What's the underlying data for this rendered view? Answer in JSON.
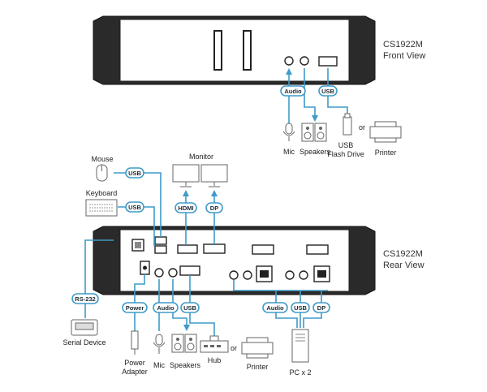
{
  "front": {
    "model": "CS1922M",
    "view": "Front View",
    "tags": {
      "audio": "Audio",
      "usb": "USB"
    },
    "devices": {
      "mic": "Mic",
      "speakers": "Speakers",
      "flash_line1": "USB",
      "flash_line2": "Flash Drive",
      "or": "or",
      "printer": "Printer"
    }
  },
  "rear": {
    "model": "CS1922M",
    "view": "Rear View",
    "tags": {
      "mouse_usb": "USB",
      "keyboard_usb": "USB",
      "hdmi": "HDMI",
      "dp": "DP",
      "rs232": "RS-232",
      "power": "Power",
      "audio": "Audio",
      "usb": "USB",
      "pc_audio": "Audio",
      "pc_usb": "USB",
      "pc_dp": "DP"
    },
    "devices": {
      "mouse": "Mouse",
      "keyboard": "Keyboard",
      "monitor": "Monitor",
      "serial": "Serial Device",
      "power_line1": "Power",
      "power_line2": "Adapter",
      "mic": "Mic",
      "speakers": "Speakers",
      "hub": "Hub",
      "or": "or",
      "printer": "Printer",
      "pc": "PC x 2"
    }
  },
  "colors": {
    "cable": "#3f9bc8",
    "chassis": "#2a2a2a",
    "panel": "#ffffff",
    "text": "#222222"
  }
}
